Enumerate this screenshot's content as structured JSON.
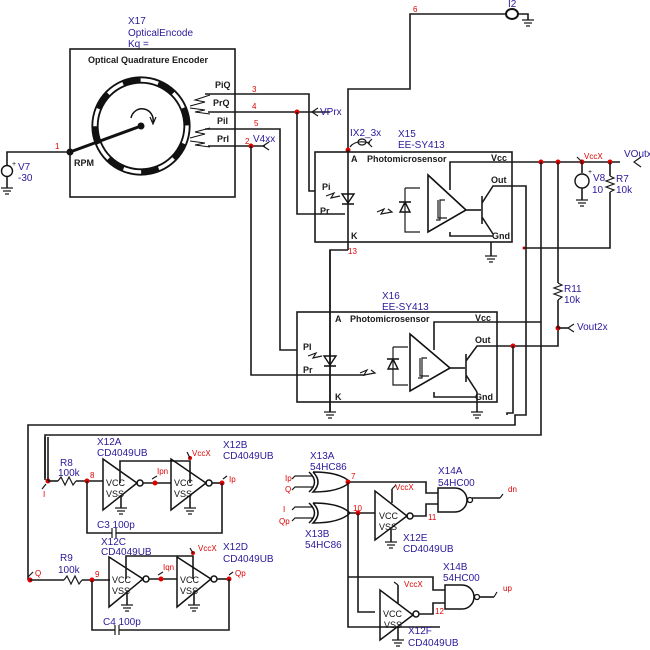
{
  "schematic": {
    "encoder": {
      "ref": "X17",
      "model": "OpticalEncode",
      "param": "Kq =",
      "title": "Optical Quadrature Encoder",
      "pins": [
        "PiQ",
        "PrQ",
        "PiI",
        "PrI",
        "RPM"
      ]
    },
    "sources": {
      "v7": {
        "ref": "V7",
        "value": "-30"
      },
      "v8": {
        "ref": "V8",
        "value": "10"
      },
      "i2": {
        "ref": "I2"
      }
    },
    "sensors": [
      {
        "ref": "X15",
        "model": "EE-SY413",
        "title": "Photomicrosensor",
        "pins": {
          "a": "A",
          "k": "K",
          "pi": "Pi",
          "pr": "Pr",
          "vcc": "Vcc",
          "out": "Out",
          "gnd": "Gnd"
        }
      },
      {
        "ref": "X16",
        "model": "EE-SY413",
        "title": "Photomicrosensor",
        "pins": {
          "a": "A",
          "k": "K",
          "pi": "PI",
          "pr": "Pr",
          "vcc": "Vcc",
          "out": "Out",
          "gnd": "Gnd"
        }
      }
    ],
    "resistors": {
      "r7": {
        "ref": "R7",
        "value": "10k"
      },
      "r11": {
        "ref": "R11",
        "value": "10k"
      },
      "r8": {
        "ref": "R8",
        "value": "100k"
      },
      "r9": {
        "ref": "R9",
        "value": "100k"
      }
    },
    "capacitors": {
      "c3": {
        "label": "C3 100p"
      },
      "c4": {
        "label": "C4 100p"
      }
    },
    "inverters": {
      "x12a": {
        "ref": "X12A",
        "model": "CD4049UB"
      },
      "x12b": {
        "ref": "X12B",
        "model": "CD4049UB"
      },
      "x12c": {
        "ref": "X12C",
        "model": "CD4049UB"
      },
      "x12d": {
        "ref": "X12D",
        "model": "CD4049UB"
      },
      "x12e": {
        "ref": "X12E",
        "model": "CD4049UB"
      },
      "x12f": {
        "ref": "X12F",
        "model": "CD4049UB"
      },
      "vcc_pin": "VCC",
      "vss_pin": "VSS"
    },
    "xor_gates": {
      "x13a": {
        "ref": "X13A",
        "model": "54HC86"
      },
      "x13b": {
        "ref": "X13B",
        "model": "54HC86"
      }
    },
    "nand_gates": {
      "x14a": {
        "ref": "X14A",
        "model": "54HC00"
      },
      "x14b": {
        "ref": "X14B",
        "model": "54HC00"
      }
    },
    "probes": {
      "vprx": "VPrx",
      "v4xx": "V4xx",
      "ix2": "IX2_3x",
      "vout": "VOutx",
      "vout2x": "Vout2x"
    },
    "net_labels": {
      "vccx": "VccX",
      "ipn": "Ipn",
      "ip": "Ip",
      "i": "I",
      "q": "Q",
      "iqn": "Iqn",
      "qp": "Qp",
      "dn": "dn",
      "up": "up"
    },
    "node_numbers": [
      "1",
      "2",
      "3",
      "4",
      "5",
      "6",
      "7",
      "8",
      "9",
      "10",
      "11",
      "12",
      "13"
    ]
  }
}
